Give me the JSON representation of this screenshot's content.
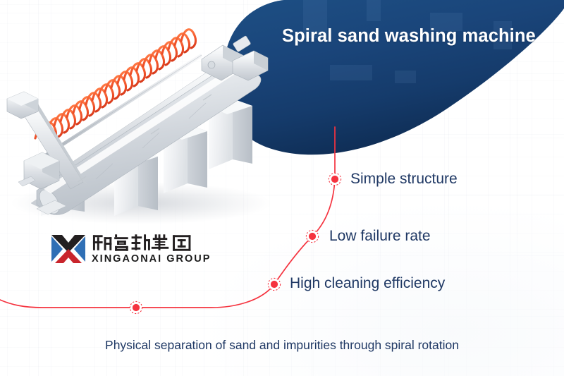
{
  "banner": {
    "title": "Spiral sand washing machine",
    "caption": "Physical separation of sand and impurities through spiral rotation"
  },
  "features": [
    {
      "label": "Simple structure"
    },
    {
      "label": "Low failure rate"
    },
    {
      "label": "High cleaning efficiency"
    }
  ],
  "logo": {
    "chinese_name": "新高耐集团",
    "english_name": "XINGAONAI GROUP",
    "mark": "x-mark-icon"
  },
  "product_image": {
    "alt": "spiral-sand-washing-machine-illustration"
  },
  "colors": {
    "banner_blue_dark": "#11305d",
    "banner_blue": "#1b4a7e",
    "accent_red": "#f5333f",
    "text_navy": "#1f3864",
    "logo_blue": "#2b6cb0",
    "logo_red": "#c9252c",
    "logo_black": "#231f20",
    "background": "#ffffff"
  }
}
